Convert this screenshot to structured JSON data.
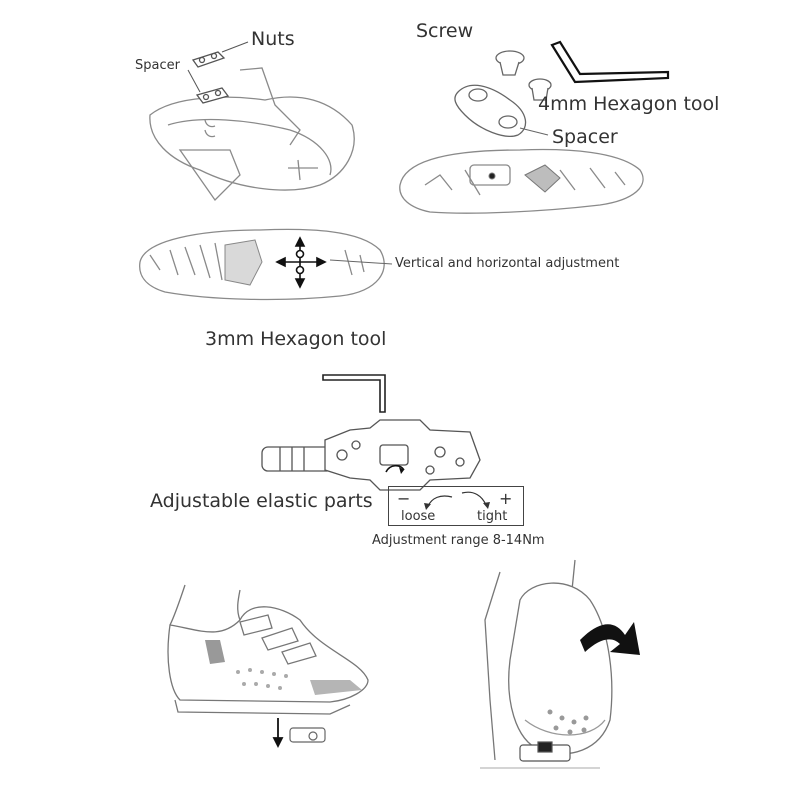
{
  "labels": {
    "nuts": "Nuts",
    "spacer_small": "Spacer",
    "screw": "Screw",
    "hex4": "4mm Hexagon tool",
    "spacer_large": "Spacer",
    "vertical_horizontal": "Vertical and horizontal adjustment",
    "hex3": "3mm Hexagon tool",
    "elastic": "Adjustable elastic parts",
    "range": "Adjustment range 8-14Nm"
  },
  "tension_box": {
    "minus": "−",
    "plus": "+",
    "loose": "loose",
    "tight": "tight"
  },
  "colors": {
    "line": "#8a8a8a",
    "dark": "#222222",
    "text": "#333333",
    "sole_fill": "#d9d9d9"
  }
}
